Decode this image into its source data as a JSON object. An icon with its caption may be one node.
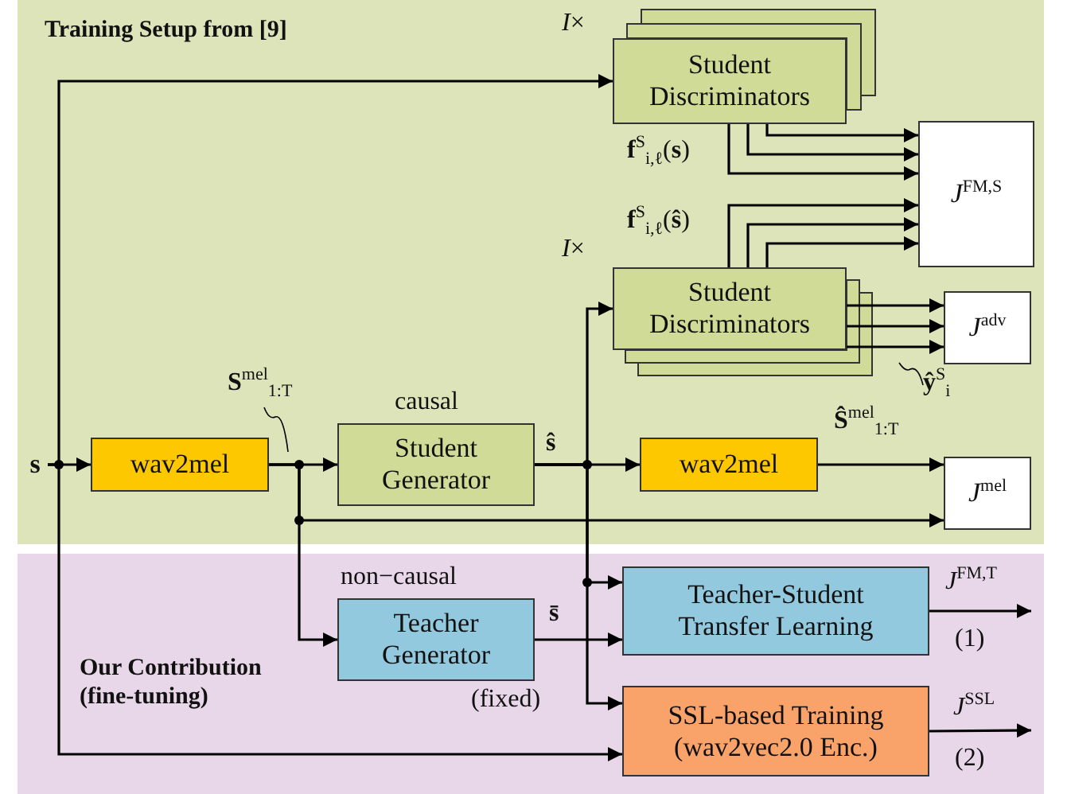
{
  "diagram": {
    "nodes": [
      {
        "text": [
          "Training Setup from [9]"
        ]
      },
      {
        "text": [
          "Our Contribution (fine-tuning)"
        ]
      },
      {
        "text": [
          "**s**"
        ],
        "in": 0
      },
      {
        "text": [
          "Student Discriminators"
        ],
        "in": 0,
        "beside": [
          "*I*×"
        ]
      },
      {
        "text": [
          "*J*$^{FM,S}$"
        ],
        "in": 0
      },
      {
        "text": [
          "Student Discriminators"
        ],
        "in": 0,
        "beside": [
          "*I*×"
        ]
      },
      {
        "text": [
          "*J*$^{adv}$"
        ],
        "in": 0
      },
      {
        "text": [
          "wav2mel"
        ],
        "in": 0
      },
      {
        "text": [
          "Student Generator"
        ],
        "in": 0,
        "beside": [
          "causal"
        ]
      },
      {
        "text": [
          "wav2mel"
        ],
        "in": 0
      },
      {
        "text": [
          "*J*$^{mel}$"
        ],
        "in": 0
      },
      {
        "text": [
          "Teacher Generator"
        ],
        "in": 1,
        "beside": [
          "non−causal",
          "(fixed)"
        ]
      },
      {
        "text": [
          "Teacher-Student Transfer Learning"
        ],
        "in": 1
      },
      {
        "text": [
          "SSL-based Training (wav2vec2.0 Enc.)"
        ],
        "in": 1
      }
    ],
    "edges": [
      {
        "from": 2,
        "to": 7,
        "arrow": "to"
      },
      {
        "from": 2,
        "to": 3,
        "arrow": "to"
      },
      {
        "from": 2,
        "to": 13,
        "arrow": "to"
      },
      {
        "from": 7,
        "to": 8,
        "arrow": "to",
        "label": "**S**$^{mel}$$_{1:T}$"
      },
      {
        "from": 7,
        "to": 11,
        "arrow": "to"
      },
      {
        "from": 7,
        "to": 10,
        "arrow": "to"
      },
      {
        "from": 8,
        "to": 9,
        "arrow": "to",
        "label": "**ŝ**"
      },
      {
        "from": 8,
        "to": 5,
        "arrow": "to"
      },
      {
        "from": 8,
        "to": 12,
        "arrow": "to"
      },
      {
        "from": 8,
        "to": 13,
        "arrow": "to"
      },
      {
        "from": 9,
        "to": 10,
        "arrow": "to",
        "label": "**Ŝ**$^{mel}$$_{1:T}$"
      },
      {
        "from": 11,
        "to": 12,
        "arrow": "to",
        "label": "**s̄**"
      },
      {
        "from": 3,
        "to": 4,
        "arrow": "to"
      },
      {
        "from": 3,
        "to": 4,
        "arrow": "to"
      },
      {
        "from": 3,
        "to": 4,
        "arrow": "to",
        "label": "**f**$^{S}$$_{i,ℓ}$(**s**)"
      },
      {
        "from": 5,
        "to": 4,
        "arrow": "to",
        "label": "**f**$^{S}$$_{i,ℓ}$(**ŝ**)"
      },
      {
        "from": 5,
        "to": 4,
        "arrow": "to"
      },
      {
        "from": 5,
        "to": 4,
        "arrow": "to"
      },
      {
        "from": 5,
        "to": 6,
        "arrow": "to"
      },
      {
        "from": 5,
        "to": 6,
        "arrow": "to"
      },
      {
        "from": 5,
        "to": 6,
        "arrow": "to",
        "label": "**ŷ**$^{S}$$_{i}$"
      },
      {
        "from": 12,
        "to": null,
        "arrow": "to",
        "label": "*J*$^{FM,T}$"
      },
      {
        "from": 13,
        "to": null,
        "arrow": "to",
        "label": "*J*$^{SSL}$"
      }
    ],
    "labels": [
      "(1)",
      "(2)"
    ]
  }
}
